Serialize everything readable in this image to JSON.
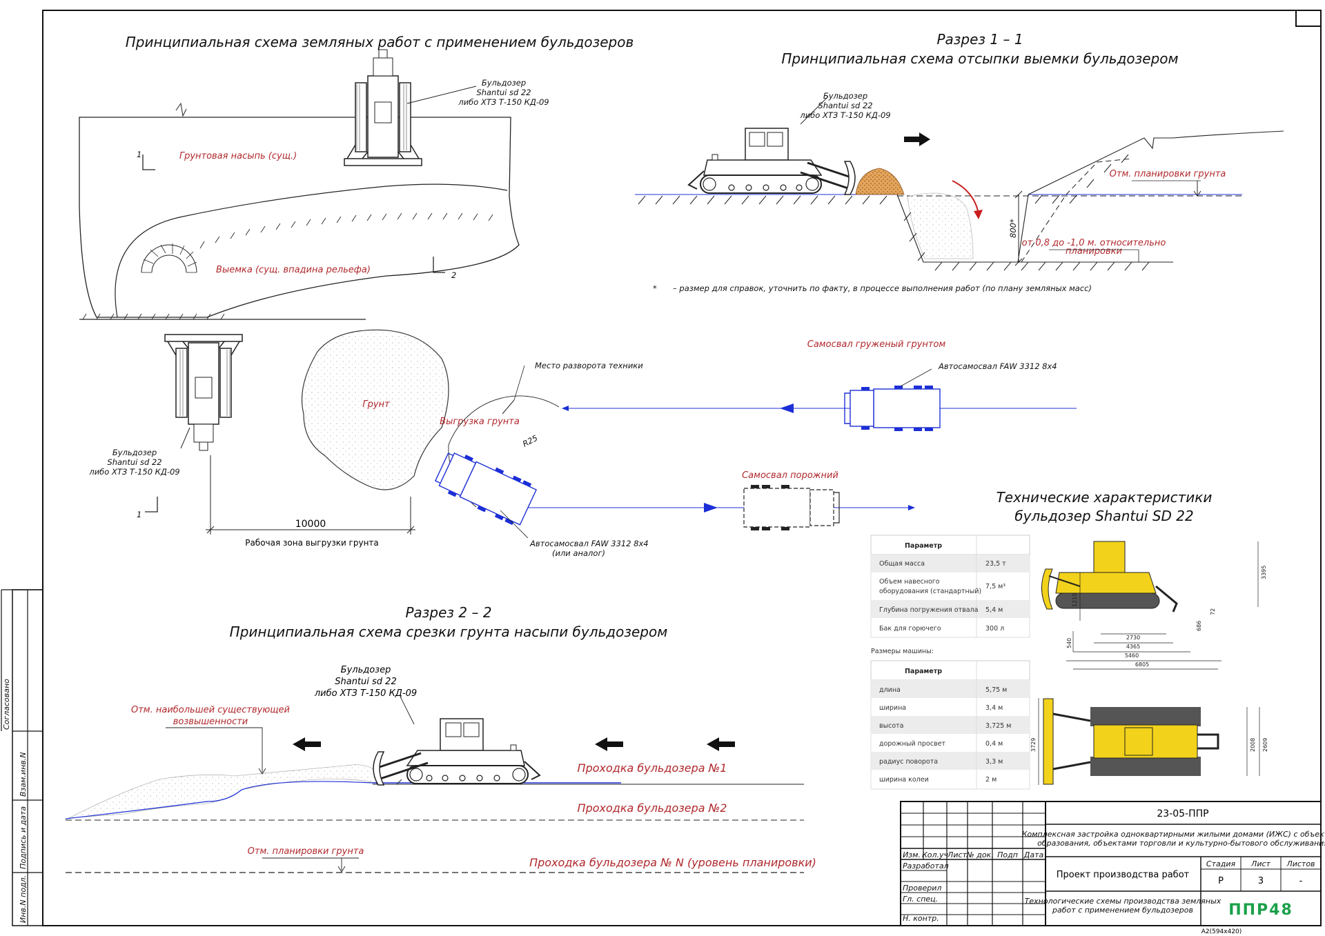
{
  "titles": {
    "main": "Принципиальная схема земляных работ с применением  бульдозеров",
    "section11_a": "Разрез 1 – 1",
    "section11_b": "Принципиальная схема отсыпки выемки бульдозером",
    "section22_a": "Разрез 2 – 2",
    "section22_b": "Принципиальная схема срезки грунта насыпи бульдозером",
    "specs_a": "Технические характеристики",
    "specs_b": "бульдозер Shantui SD 22"
  },
  "bulldozer_label": [
    "Бульдозер",
    "Shantui sd 22",
    "либо ХТЗ Т-150 КД-09"
  ],
  "plan": {
    "embankment": "Грунтовая насыпь (сущ.)",
    "excavation": "Выемка (сущ. впадина рельефа)",
    "ground": "Грунт",
    "unloading": "Выгрузка грунта",
    "turn_place": "Место разворота техники",
    "truck_loaded": "Самосвал груженый грунтом",
    "truck_empty": "Самосвал порожний",
    "truck_model": "Автосамосвал FAW 3312 8х4",
    "truck_model2": "(или аналог)",
    "radius": "R25",
    "zone_dim": "10000",
    "zone_label": "Рабочая зона выгрузки грунта",
    "cut1": "1",
    "cut2": "2"
  },
  "section11": {
    "level": "Отм. планировки грунта",
    "depth": "800*",
    "range1": "от 0,8 до -1,0 м. относительно",
    "range2": "планировки",
    "note_star": "*",
    "note": "– размер для справок, уточнить по факту, в процессе выполнения работ (по плану земляных масс)"
  },
  "section22": {
    "highest1": "Отм. наибольшей существующей",
    "highest2": "возвышенности",
    "pass1": "Проходка бульдозера №1",
    "pass2": "Проходка бульдозера №2",
    "passN": "Проходка бульдозера № N (уровень планировки)",
    "level": "Отм. планировки грунта"
  },
  "specs_table1": {
    "header": "Параметр",
    "rows": [
      [
        "Общая масса",
        "23,5 т"
      ],
      [
        "Объем навесного",
        "7,5 м³"
      ],
      [
        "Глубина погружения отвала",
        "5,4 м"
      ],
      [
        "Бак для горючего",
        "300 л"
      ]
    ],
    "row2_line2": "оборудования (стандартный)"
  },
  "dims_caption": "Размеры машины:",
  "specs_table2": {
    "header": "Параметр",
    "rows": [
      [
        "длина",
        "5,75 м"
      ],
      [
        "ширина",
        "3,4 м"
      ],
      [
        "высота",
        "3,725 м"
      ],
      [
        "дорожный просвет",
        "0,4 м"
      ],
      [
        "радиус поворота",
        "3,3 м"
      ],
      [
        "ширина колеи",
        "2 м"
      ]
    ]
  },
  "dozer_dims": [
    "3395",
    "1210",
    "2730",
    "4365",
    "5460",
    "6805",
    "540",
    "686",
    "72",
    "3729",
    "2008",
    "2609"
  ],
  "stamp": {
    "code": "23-05-ППР",
    "project1": "Комплексная застройка одноквартирными жилыми домами (ИЖС) с объектами",
    "project2": "образования, объектами торговли и культурно-бытового обслуживания",
    "cols": [
      "Изм.",
      "Кол.уч",
      "Лист",
      "№ док.",
      "Подп",
      "Дата"
    ],
    "roles": [
      "Разработал",
      "Проверил",
      "Гл. спец.",
      "Н. контр."
    ],
    "doc": "Проект производства работ",
    "stage_h": "Стадия",
    "sheet_h": "Лист",
    "sheets_h": "Листов",
    "stage": "Р",
    "sheet": "3",
    "sheets": "-",
    "desc1": "Технологические схемы производства земляных",
    "desc2": "работ с применением бульдозеров",
    "logo": "ППР48",
    "format": "А2(594х420)"
  },
  "side": [
    "Согласовано",
    "Взам.инв.N",
    "Подпись и дата",
    "Инв.N подл."
  ],
  "colors": {
    "red": "#b0282c",
    "blue": "#1c2fd6",
    "yellow": "#f2d21b",
    "logo": "#1aa04a"
  }
}
